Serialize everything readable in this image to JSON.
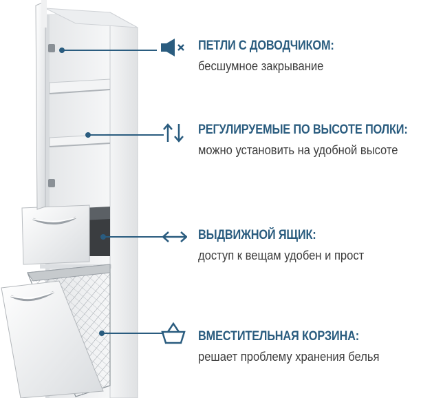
{
  "colors": {
    "accent": "#2a5c7f",
    "text": "#3c3c3c",
    "pointer": "#2a5c7f"
  },
  "features": [
    {
      "icon": "mute-speaker-icon",
      "title": "ПЕТЛИ С ДОВОДЧИКОМ:",
      "description": "бесшумное закрывание"
    },
    {
      "icon": "up-down-arrows-icon",
      "title": "РЕГУЛИРУЕМЫЕ ПО ВЫСОТЕ ПОЛКИ:",
      "description": "можно установить на удобной высоте"
    },
    {
      "icon": "left-right-arrow-icon",
      "title": "ВЫДВИЖНОЙ ЯЩИК:",
      "description": "доступ к вещам удобен и прост"
    },
    {
      "icon": "basket-icon",
      "title": "ВМЕСТИТЕЛЬНАЯ КОРЗИНА:",
      "description": "решает проблему хранения белья"
    }
  ]
}
